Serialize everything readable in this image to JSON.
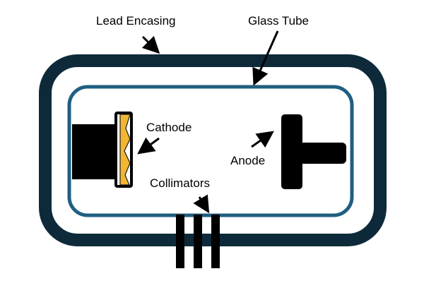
{
  "labels": {
    "lead_encasing": "Lead Encasing",
    "glass_tube": "Glass Tube",
    "cathode": "Cathode",
    "anode": "Anode",
    "collimators": "Collimators"
  },
  "colors": {
    "lead_encasing": "#0e2a3a",
    "glass_tube": "#1f5f80",
    "cathode_filament": "#f2b632",
    "component_fill": "#000000",
    "arrow": "#000000",
    "background": "#ffffff"
  }
}
